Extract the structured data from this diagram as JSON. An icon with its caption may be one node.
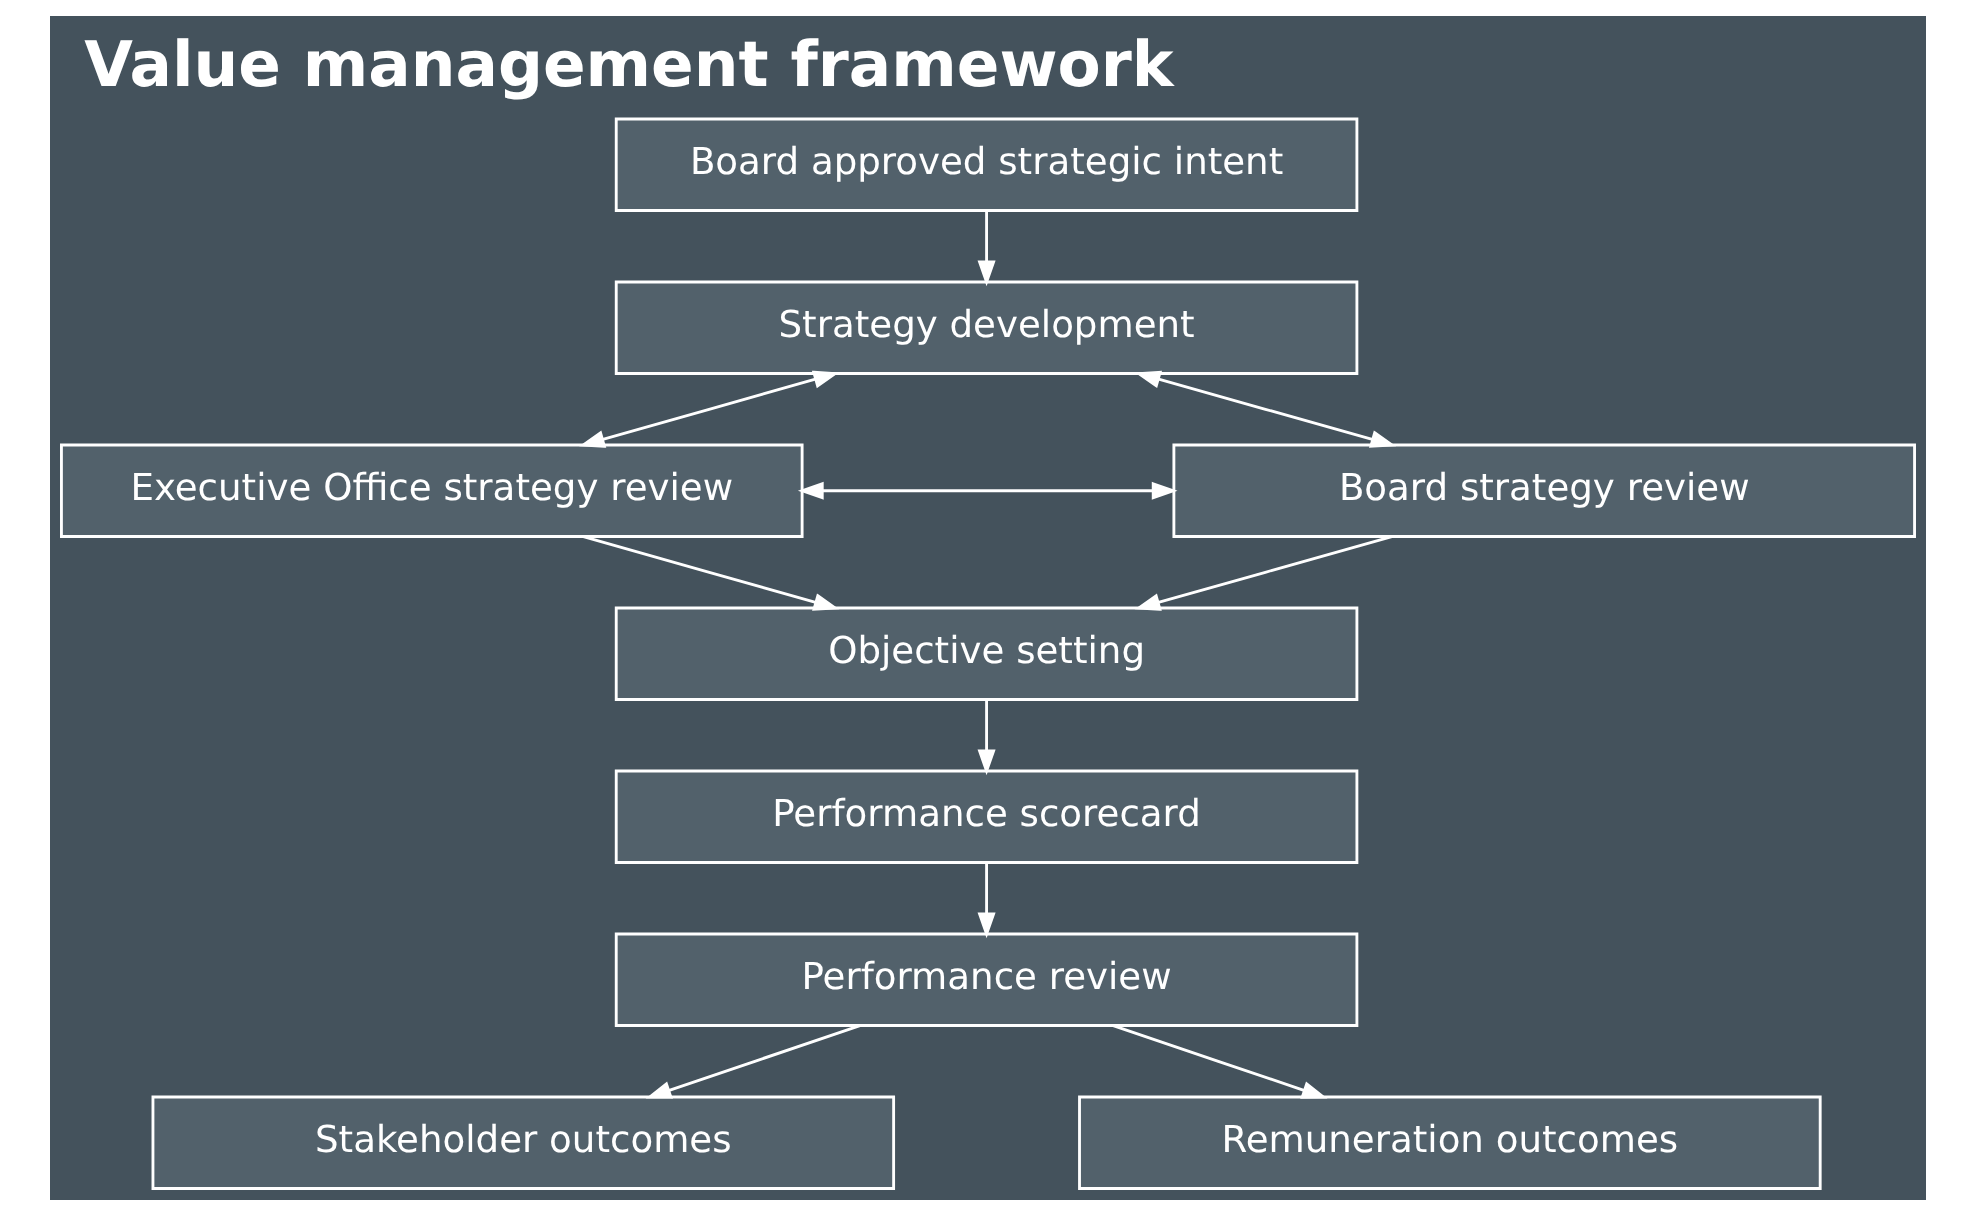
{
  "diagram": {
    "title": "Value management framework",
    "nodes": [
      {
        "text": [
          "Board approved strategic intent"
        ]
      },
      {
        "text": [
          "Strategy development"
        ]
      },
      {
        "text": [
          "Executive Office strategy review"
        ]
      },
      {
        "text": [
          "Board strategy review"
        ]
      },
      {
        "text": [
          "Objective setting"
        ]
      },
      {
        "text": [
          "Performance scorecard"
        ]
      },
      {
        "text": [
          "Performance review"
        ]
      },
      {
        "text": [
          "Stakeholder outcomes"
        ]
      },
      {
        "text": [
          "Remuneration outcomes"
        ]
      }
    ],
    "edges": [
      {
        "from": 0,
        "to": 1,
        "arrow": "to"
      },
      {
        "from": 2,
        "to": 1,
        "arrow": "both"
      },
      {
        "from": 1,
        "to": 3,
        "arrow": "both"
      },
      {
        "from": 2,
        "to": 3,
        "arrow": "both"
      },
      {
        "from": 2,
        "to": 4,
        "arrow": "to"
      },
      {
        "from": 3,
        "to": 4,
        "arrow": "to"
      },
      {
        "from": 4,
        "to": 5,
        "arrow": "to"
      },
      {
        "from": 5,
        "to": 6,
        "arrow": "to"
      },
      {
        "from": 6,
        "to": 7,
        "arrow": "to"
      },
      {
        "from": 6,
        "to": 8,
        "arrow": "to"
      }
    ]
  }
}
